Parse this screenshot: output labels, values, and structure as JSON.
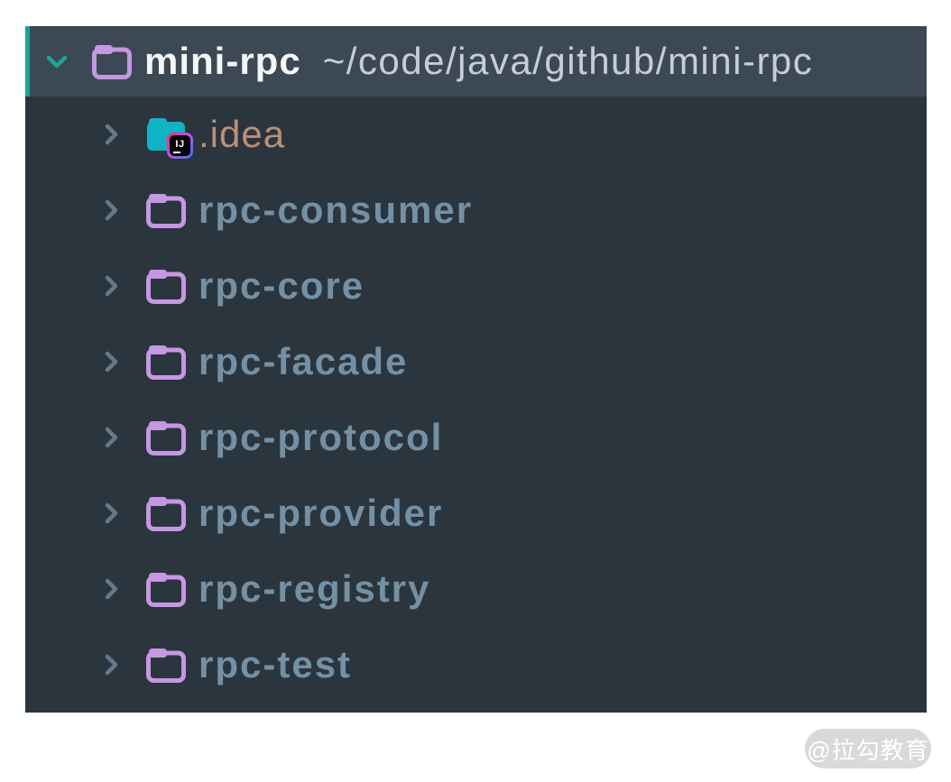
{
  "colors": {
    "panel_bg": "#2b353e",
    "selected_row_bg": "#3c4854",
    "accent_teal": "#1ea392",
    "chevron_gray": "#64798a",
    "folder_purple": "#c697e2",
    "folder_teal": "#10b3c3",
    "root_name": "#f3f5f6",
    "root_path": "#c6ced5",
    "module_name": "#7490a4",
    "idea_name": "#bc8f7a",
    "watermark_bg": "#d9d9d9",
    "watermark_text": "#ffffff"
  },
  "tree": {
    "root": {
      "name": "mini-rpc",
      "path": "~/code/java/github/mini-rpc",
      "state": "expanded",
      "selected": true
    },
    "children": [
      {
        "name": ".idea",
        "kind": "idea-config-folder",
        "badge": "IJ",
        "state": "collapsed"
      },
      {
        "name": "rpc-consumer",
        "kind": "module-folder",
        "state": "collapsed"
      },
      {
        "name": "rpc-core",
        "kind": "module-folder",
        "state": "collapsed"
      },
      {
        "name": "rpc-facade",
        "kind": "module-folder",
        "state": "collapsed"
      },
      {
        "name": "rpc-protocol",
        "kind": "module-folder",
        "state": "collapsed"
      },
      {
        "name": "rpc-provider",
        "kind": "module-folder",
        "state": "collapsed"
      },
      {
        "name": "rpc-registry",
        "kind": "module-folder",
        "state": "collapsed"
      },
      {
        "name": "rpc-test",
        "kind": "module-folder",
        "state": "collapsed"
      }
    ]
  },
  "watermark": {
    "label": "@拉勾教育"
  }
}
